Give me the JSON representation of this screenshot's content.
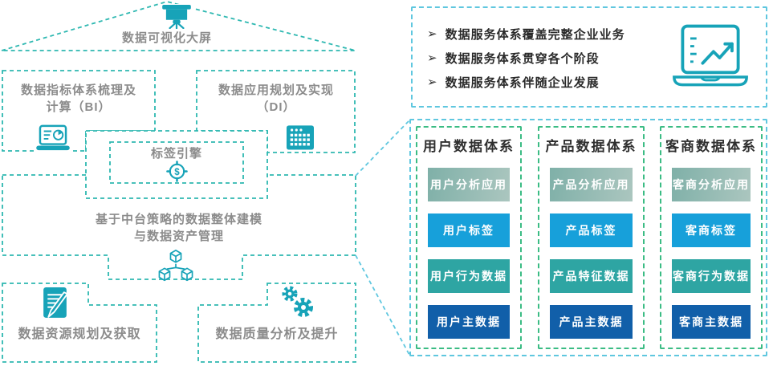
{
  "colors": {
    "left_dash": "#2eb8b1",
    "right_outer_dash": "#5fc7df",
    "column_dash": "#3bbc84",
    "icon_teal": "#17a3b8",
    "label_gray": "#8c8c8c",
    "dark_text": "#2a2a2a",
    "box_analysis_gradient": [
      "#7fb0a8",
      "#abc6bf"
    ],
    "box_tag": "#17a0da",
    "box_behavior": "#2ea5a3",
    "box_master": "#115fa9"
  },
  "left_diagram": {
    "roof_label": "数据可视化大屏",
    "bi_label": "数据指标体系梳理及\n计算（BI）",
    "di_label": "数据应用规划及实现\n（DI）",
    "tag_engine_label": "标签引擎",
    "tag_engine_symbol": "$",
    "core_label": "基于中台策略的数据整体建模\n与数据资产管理",
    "resource_label": "数据资源规划及获取",
    "quality_label": "数据质量分析及提升",
    "icons": [
      "presentation-screen-icon",
      "laptop-bi-icon",
      "calculator-grid-icon",
      "target-dollar-icon",
      "cubes-icon",
      "document-pen-icon",
      "gears-icon"
    ]
  },
  "service_points": {
    "bullet_char": "➢",
    "items": [
      {
        "text": "数据服务体系覆盖完整企业业务"
      },
      {
        "text": "数据服务体系贯穿各个阶段"
      },
      {
        "text": "数据服务体系伴随企业发展"
      }
    ],
    "icon": "laptop-chart-icon"
  },
  "data_systems": {
    "columns": [
      {
        "title": "用户数据体系",
        "boxes": [
          "用户分析应用",
          "用户标签",
          "用户行为数据",
          "用户主数据"
        ]
      },
      {
        "title": "产品数据体系",
        "boxes": [
          "产品分析应用",
          "产品标签",
          "产品特征数据",
          "产品主数据"
        ]
      },
      {
        "title": "客商数据体系",
        "boxes": [
          "客商分析应用",
          "客商标签",
          "客商行为数据",
          "客商主数据"
        ]
      }
    ]
  }
}
